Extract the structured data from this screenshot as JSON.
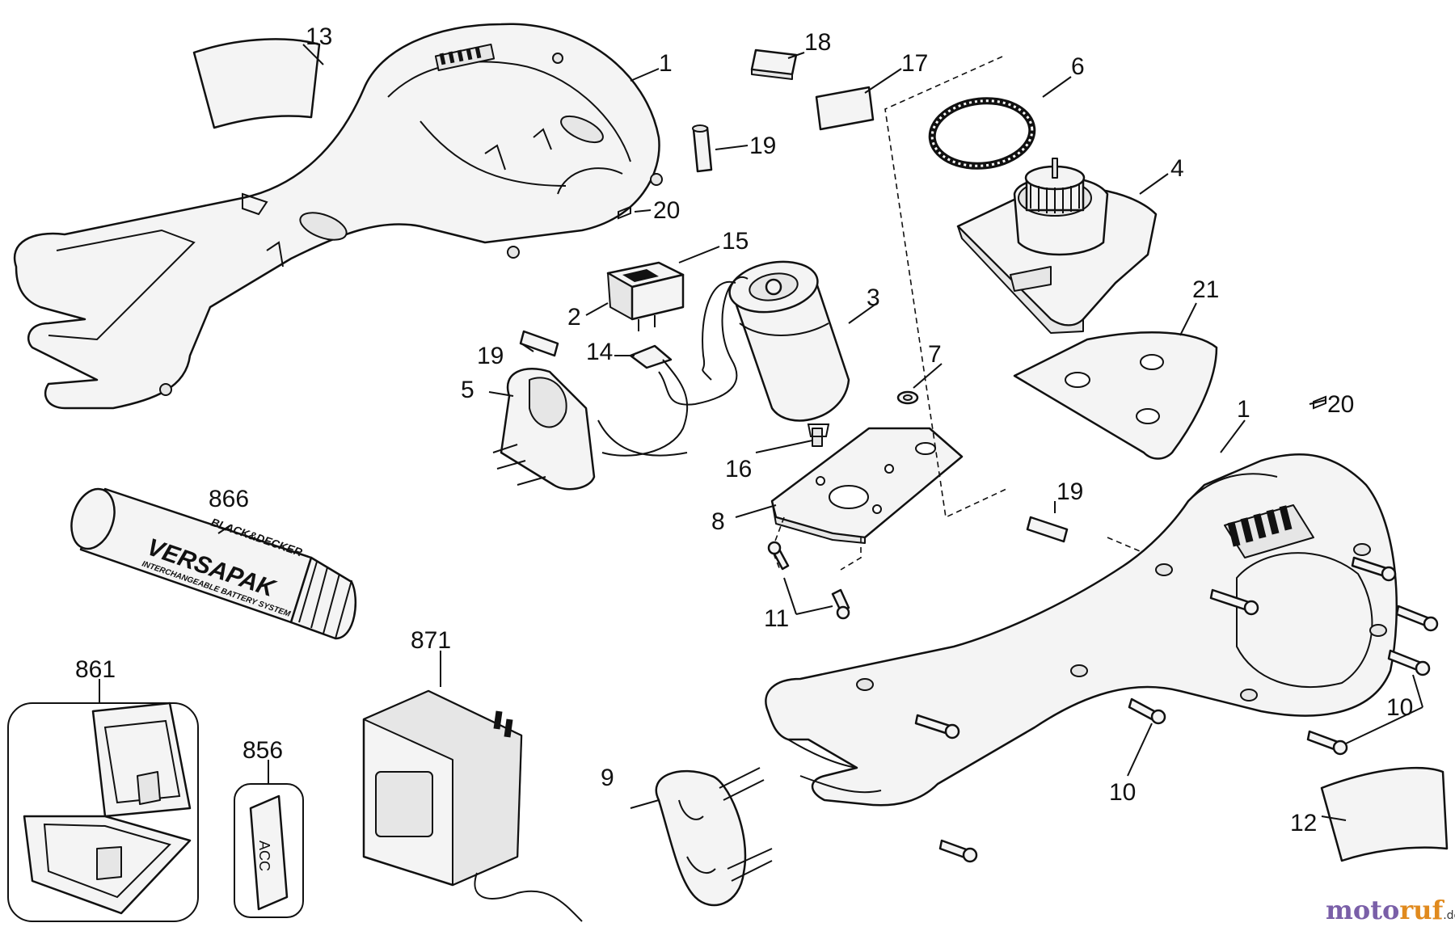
{
  "labels": {
    "housing_left": "1",
    "housing_right": "1",
    "switch": "2",
    "motor": "3",
    "platen_assembly": "4",
    "switch_plate": "5",
    "belt": "6",
    "bearing": "7",
    "base_plate": "8",
    "battery_clip": "9",
    "screw_left": "10",
    "screw_right": "10",
    "screws_base": "11",
    "nameplate_right": "12",
    "nameplate_left": "13",
    "terminal": "14",
    "switch_cover": "15",
    "pinion": "16",
    "pad_17": "17",
    "pad_18": "18",
    "pin_top": "19",
    "pin_mid": "19",
    "pin_right": "19",
    "clip_top": "20",
    "clip_right": "20",
    "sanding_sheet": "21",
    "accessory_label": "856",
    "case": "861",
    "battery": "866",
    "charger": "871"
  },
  "battery_print": {
    "brand": "BLACK&DECKER",
    "product": "VERSAPAK",
    "tagline": "INTERCHANGEABLE BATTERY SYSTEM"
  },
  "accessory_print": "ACC",
  "watermark": {
    "part1": "moto",
    "part2": "ruf",
    "part3": ".de"
  }
}
